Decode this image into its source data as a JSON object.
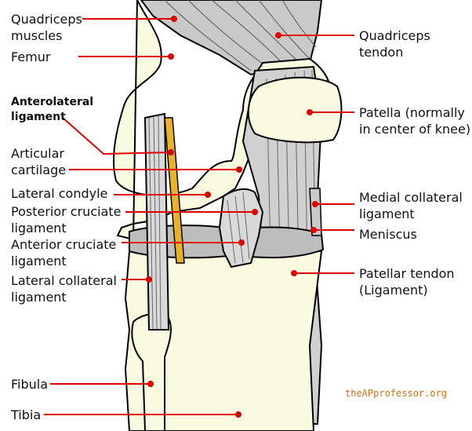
{
  "colors": {
    "bone_fill": "#fafae0",
    "tendon_fill": "#c9c9c9",
    "ligament_fill": "#d9d9d9",
    "anterolateral_fill": "#e9b228",
    "leader_line": "#e00000",
    "outline": "#000000",
    "credit_text": "#c8731e"
  },
  "labels": {
    "quadriceps_muscles": [
      "Quadriceps",
      "muscles"
    ],
    "femur": [
      "Femur"
    ],
    "anterolateral_ligament": [
      "Anterolateral",
      "ligament"
    ],
    "articular_cartilage": [
      "Articular",
      "cartilage"
    ],
    "lateral_condyle": [
      "Lateral condyle"
    ],
    "posterior_cruciate": [
      "Posterior cruciate",
      "ligament"
    ],
    "anterior_cruciate": [
      "Anterior cruciate",
      "ligament"
    ],
    "lateral_collateral": [
      "Lateral collateral",
      "ligament"
    ],
    "fibula": [
      "Fibula"
    ],
    "tibia": [
      "Tibia"
    ],
    "quadriceps_tendon": [
      "Quadriceps",
      "tendon"
    ],
    "patella": [
      "Patella (normally",
      "in center of knee)"
    ],
    "medial_collateral": [
      "Medial collateral",
      "ligament"
    ],
    "meniscus": [
      "Meniscus"
    ],
    "patellar_tendon": [
      "Patellar tendon",
      "(Ligament)"
    ]
  },
  "credit": "theAPprofessor.org"
}
